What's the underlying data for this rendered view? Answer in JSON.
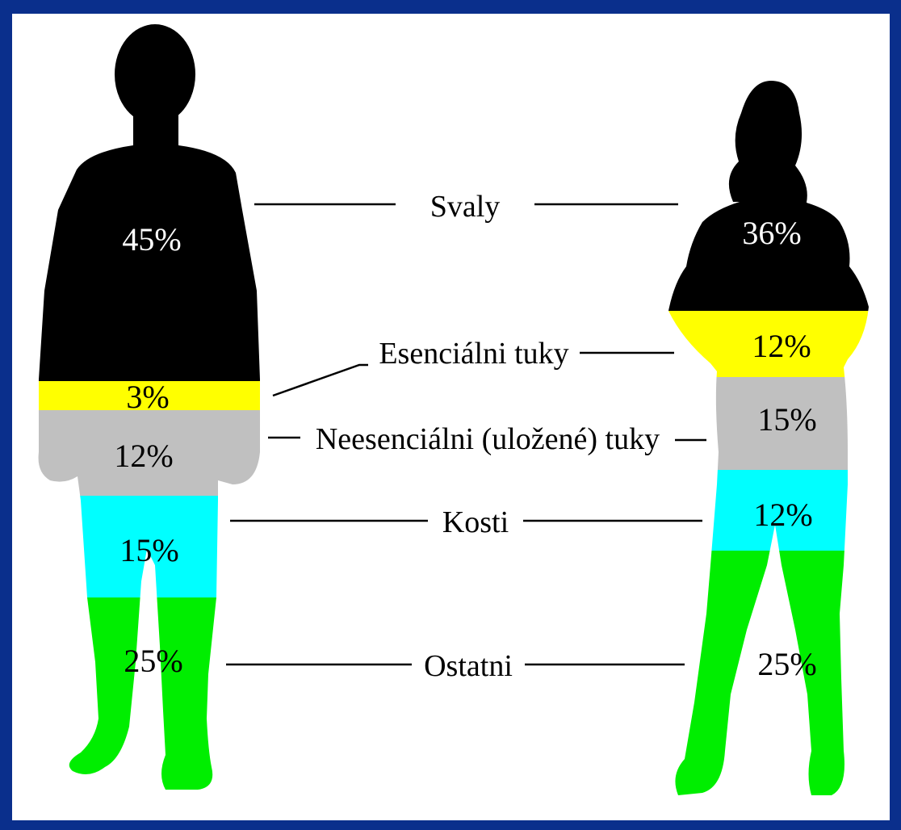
{
  "colors": {
    "frame": "#0a2f8c",
    "muscle": "#000000",
    "essential_fat": "#ffff00",
    "storage_fat": "#c0c0c0",
    "bones": "#00ffff",
    "other": "#00ee00"
  },
  "labels": {
    "muscle": "Svaly",
    "essential_fat": "Esenciálni tuky",
    "storage_fat": "Neesenciálni (uložené) tuky",
    "bones": "Kosti",
    "other": "Ostatni"
  },
  "male": {
    "muscle": "45%",
    "essential_fat": "3%",
    "storage_fat": "12%",
    "bones": "15%",
    "other": "25%"
  },
  "female": {
    "muscle": "36%",
    "essential_fat": "12%",
    "storage_fat": "15%",
    "bones": "12%",
    "other": "25%"
  }
}
